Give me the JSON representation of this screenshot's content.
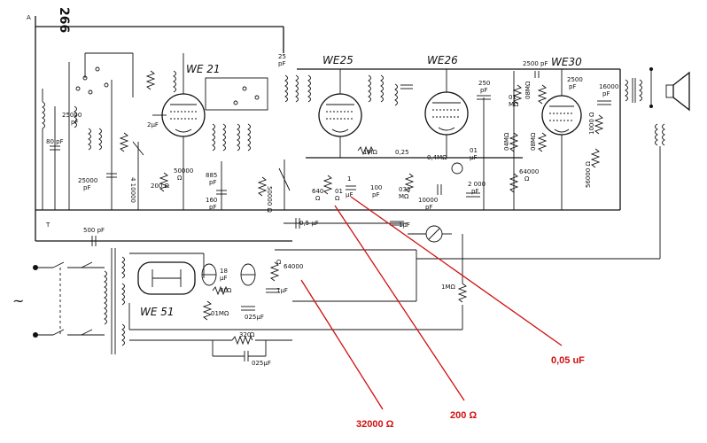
{
  "schematic": {
    "page_number": "266",
    "corner_markers": [
      "A",
      "T"
    ],
    "tubes": [
      {
        "id": "we21",
        "name": "WE 21"
      },
      {
        "id": "we25",
        "name": "WE25"
      },
      {
        "id": "we26",
        "name": "WE26"
      },
      {
        "id": "we30",
        "name": "WE30"
      },
      {
        "id": "we51",
        "name": "WE 51"
      }
    ],
    "component_labels": [
      "80 pF",
      "25000 pF",
      "25000 pF",
      "4 10000",
      "2µF",
      "200 Ω",
      "50000 Ω",
      "885 pF",
      "160 pF",
      "25 pF",
      "50000 Ω",
      "640 Ω",
      "01 Ω",
      "1 µF",
      "0,5 µF",
      "1MΩ",
      "0,25",
      "0,4MΩ",
      "100 pF",
      "033 MΩ",
      "10000 pF",
      "1µF",
      "250 pF",
      "01 µF",
      "2000 pF",
      "2500 pF",
      "0,1 MΩ",
      "08 MΩ",
      "04 MΩ",
      "08 MΩ",
      "64000 Ω",
      "2500 pF",
      "16000 pF",
      "1000 Ω",
      "56000 Ω",
      "500 pF",
      "18 µF",
      "40 Ω",
      "01MΩ",
      "025µF",
      "64000",
      "1µF",
      "1MΩ",
      "320 Ω",
      "025µF"
    ],
    "mains_symbol": "~"
  },
  "annotations": [
    {
      "id": "ann-32000",
      "text": "32000 Ω"
    },
    {
      "id": "ann-200",
      "text": "200 Ω"
    },
    {
      "id": "ann-005",
      "text": "0,05 uF"
    }
  ],
  "colors": {
    "ink": "#111111",
    "annotation": "#d01010",
    "paper": "#ffffff"
  }
}
